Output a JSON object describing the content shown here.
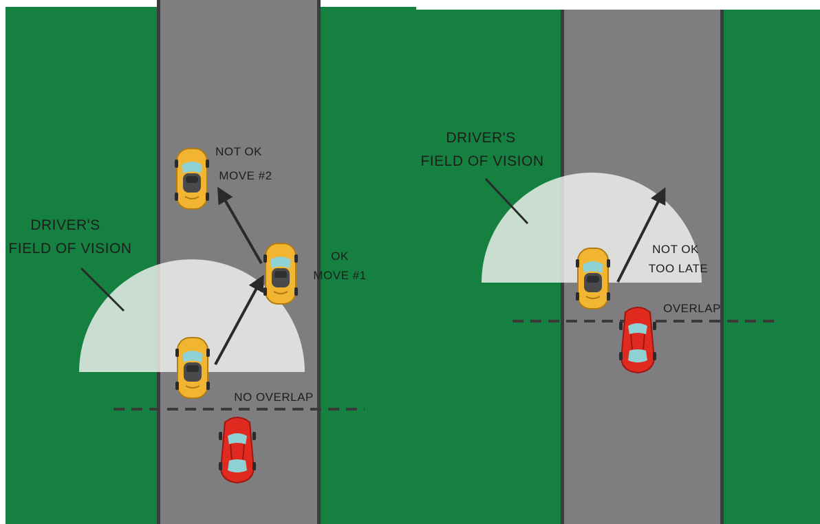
{
  "colors": {
    "grass": "#15803f",
    "road": "#7e7e80",
    "road_edge": "#3c3c3e",
    "vision_fill": "#f2f2f0",
    "car_yellow": "#f2b532",
    "car_red": "#e02a1f",
    "window": "#8fd2d6",
    "dashed_line": "#3a3a3a"
  },
  "left_panel": {
    "vision_label_line1": "DRIVER'S",
    "vision_label_line2": "FIELD OF VISION",
    "move2_line1": "NOT OK",
    "move2_line2": "MOVE #2",
    "move1_line1": "OK",
    "move1_line2": "MOVE #1",
    "overlap_label": "NO OVERLAP"
  },
  "right_panel": {
    "vision_label_line1": "DRIVER'S",
    "vision_label_line2": "FIELD OF VISION",
    "late_line1": "NOT OK",
    "late_line2": "TOO LATE",
    "overlap_label": "OVERLAP"
  }
}
